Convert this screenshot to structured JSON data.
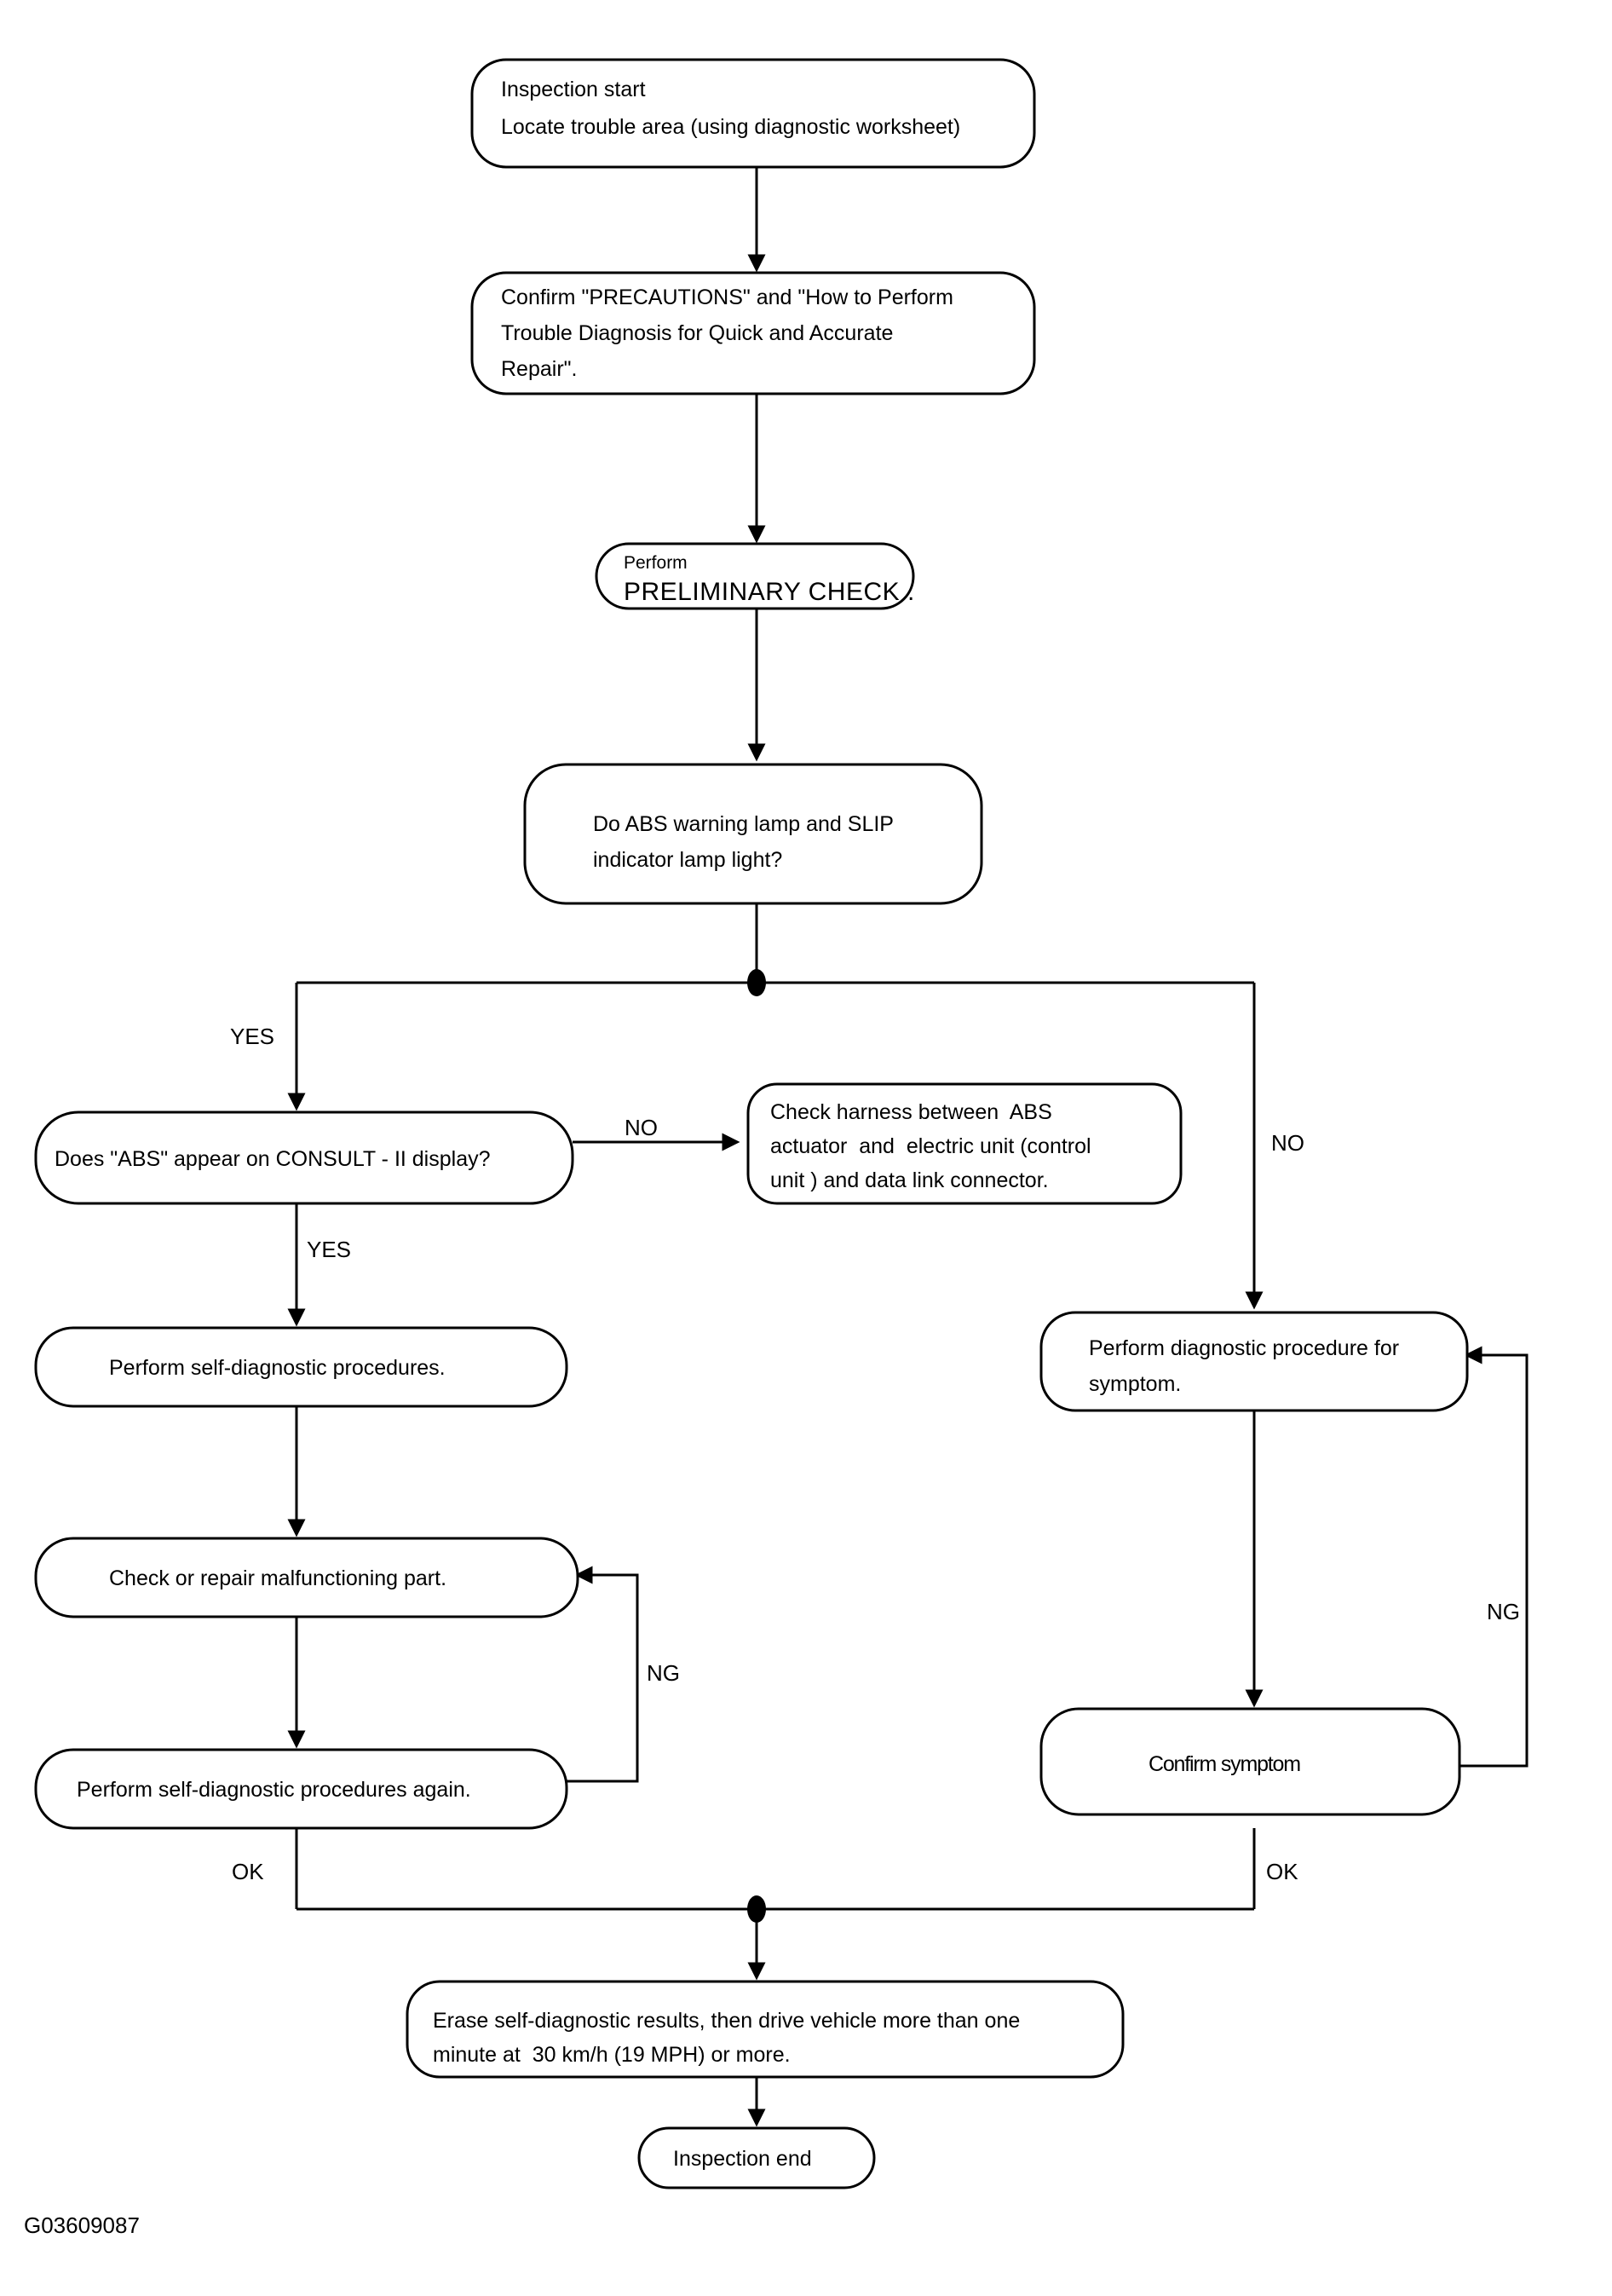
{
  "figure": {
    "caption": "G03609087",
    "title_implicit": "ABS Trouble Diagnosis Work Flow"
  },
  "nodes": {
    "start": {
      "line1": "Inspection start",
      "line2": "Locate trouble area (using diagnostic worksheet)"
    },
    "precautions": {
      "line1": "Confirm \"PRECAUTIONS\" and \"How to Perform",
      "line2": "Trouble Diagnosis for Quick and Accurate",
      "line3": "Repair\"."
    },
    "preliminary": {
      "line1": "Perform",
      "line2": "PRELIMINARY CHECK ."
    },
    "lamp_question": {
      "line1": "Do ABS warning lamp and SLIP",
      "line2": "indicator lamp light?"
    },
    "consult_question": {
      "line1": "Does \"ABS\" appear on CONSULT - II display?"
    },
    "check_harness": {
      "line1": "Check harness between  ABS",
      "line2": "actuator  and  electric unit (control",
      "line3": "unit ) and data link connector."
    },
    "self_diag": {
      "line1": "Perform self-diagnostic procedures."
    },
    "repair_part": {
      "line1": "Check or repair malfunctioning part."
    },
    "self_diag_again": {
      "line1": "Perform self-diagnostic procedures again."
    },
    "diag_symptom": {
      "line1": "Perform diagnostic procedure for",
      "line2": "symptom."
    },
    "confirm_symptom": {
      "line1": "Confirm symptom"
    },
    "erase_results": {
      "line1": "Erase self-diagnostic results, then drive vehicle more than one",
      "line2": "minute at  30 km/h (19 MPH) or more."
    },
    "end": {
      "line1": "Inspection end"
    }
  },
  "edge_labels": {
    "yes_left_branch": "YES",
    "no_right_branch": "NO",
    "no_to_harness": "NO",
    "yes_to_self_diag": "YES",
    "ng_left_loop": "NG",
    "ng_right_loop": "NG",
    "ok_left": "OK",
    "ok_right": "OK"
  },
  "colors": {
    "stroke": "#000000",
    "fill": "#ffffff",
    "text": "#000000"
  }
}
